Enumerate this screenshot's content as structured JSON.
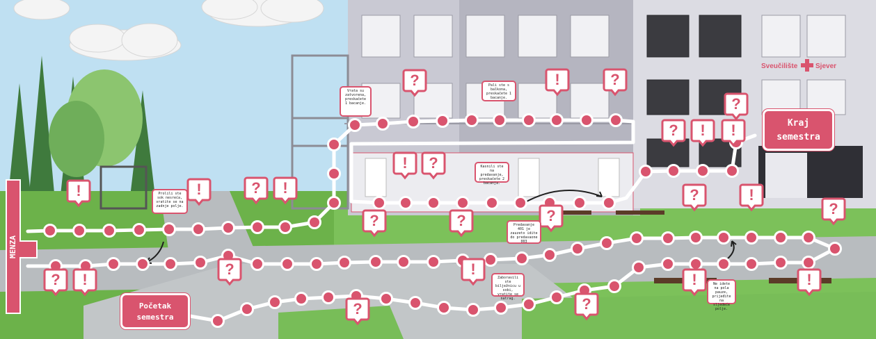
{
  "board": {
    "start_label": "Početak semestra",
    "end_label": "Kraj semestra",
    "menza_label": "MENZA",
    "university_sign": {
      "left": "Sveučilište",
      "right": "Sjever"
    },
    "icons": [
      "question-mark-icon",
      "exclamation-mark-icon"
    ],
    "colors": {
      "accent": "#d9546e",
      "path": "#ffffff",
      "grass": "#6cb24a",
      "building": "#c9c9d3",
      "sky": "#bfe0f2"
    },
    "notes": {
      "stairs": "Vrata su zatvorena, preskačete 1 bacanje.",
      "balcony": "Pali ste s balkona, preskačete 1 bacanje.",
      "late": "Kasnili ste na predavanje, preskačete 2 bacanja.",
      "room": "Predavanje 401 je zauzeto idite do predavaone 003",
      "spilled": "Prolili ste sok nesreća, vratite se na zadnje polje.",
      "bench": "Ne idete na pola pauze, prijeđite na sljedeće polje.",
      "lecture": "Zaboravili ste bilježnicu u sobi, vratite se natrag."
    }
  }
}
